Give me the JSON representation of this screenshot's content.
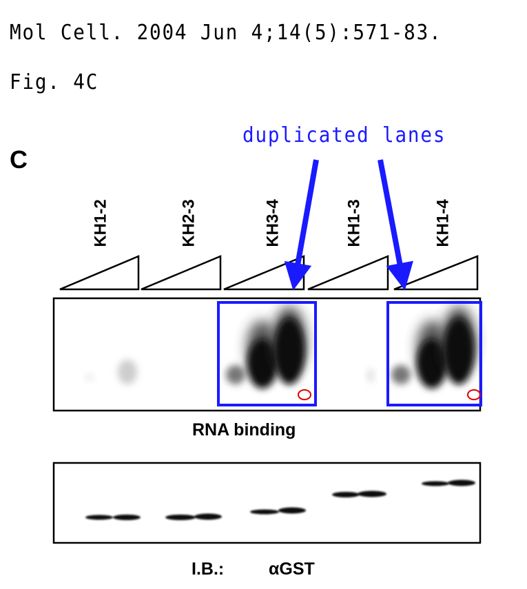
{
  "citation": {
    "line1": "Mol Cell. 2004 Jun 4;14(5):571-83.",
    "line2": "Fig. 4C"
  },
  "annotation": {
    "text": "duplicated lanes",
    "color": "#1a1aff",
    "highlight_color": "#e00000"
  },
  "panel": {
    "letter": "C",
    "lanes": [
      "KH1-2",
      "KH2-3",
      "KH3-4",
      "KH1-3",
      "KH1-4"
    ]
  },
  "gels": {
    "rna_binding_label": "RNA binding",
    "ib_label": "I.B.:",
    "antibody_label": "αGST"
  }
}
